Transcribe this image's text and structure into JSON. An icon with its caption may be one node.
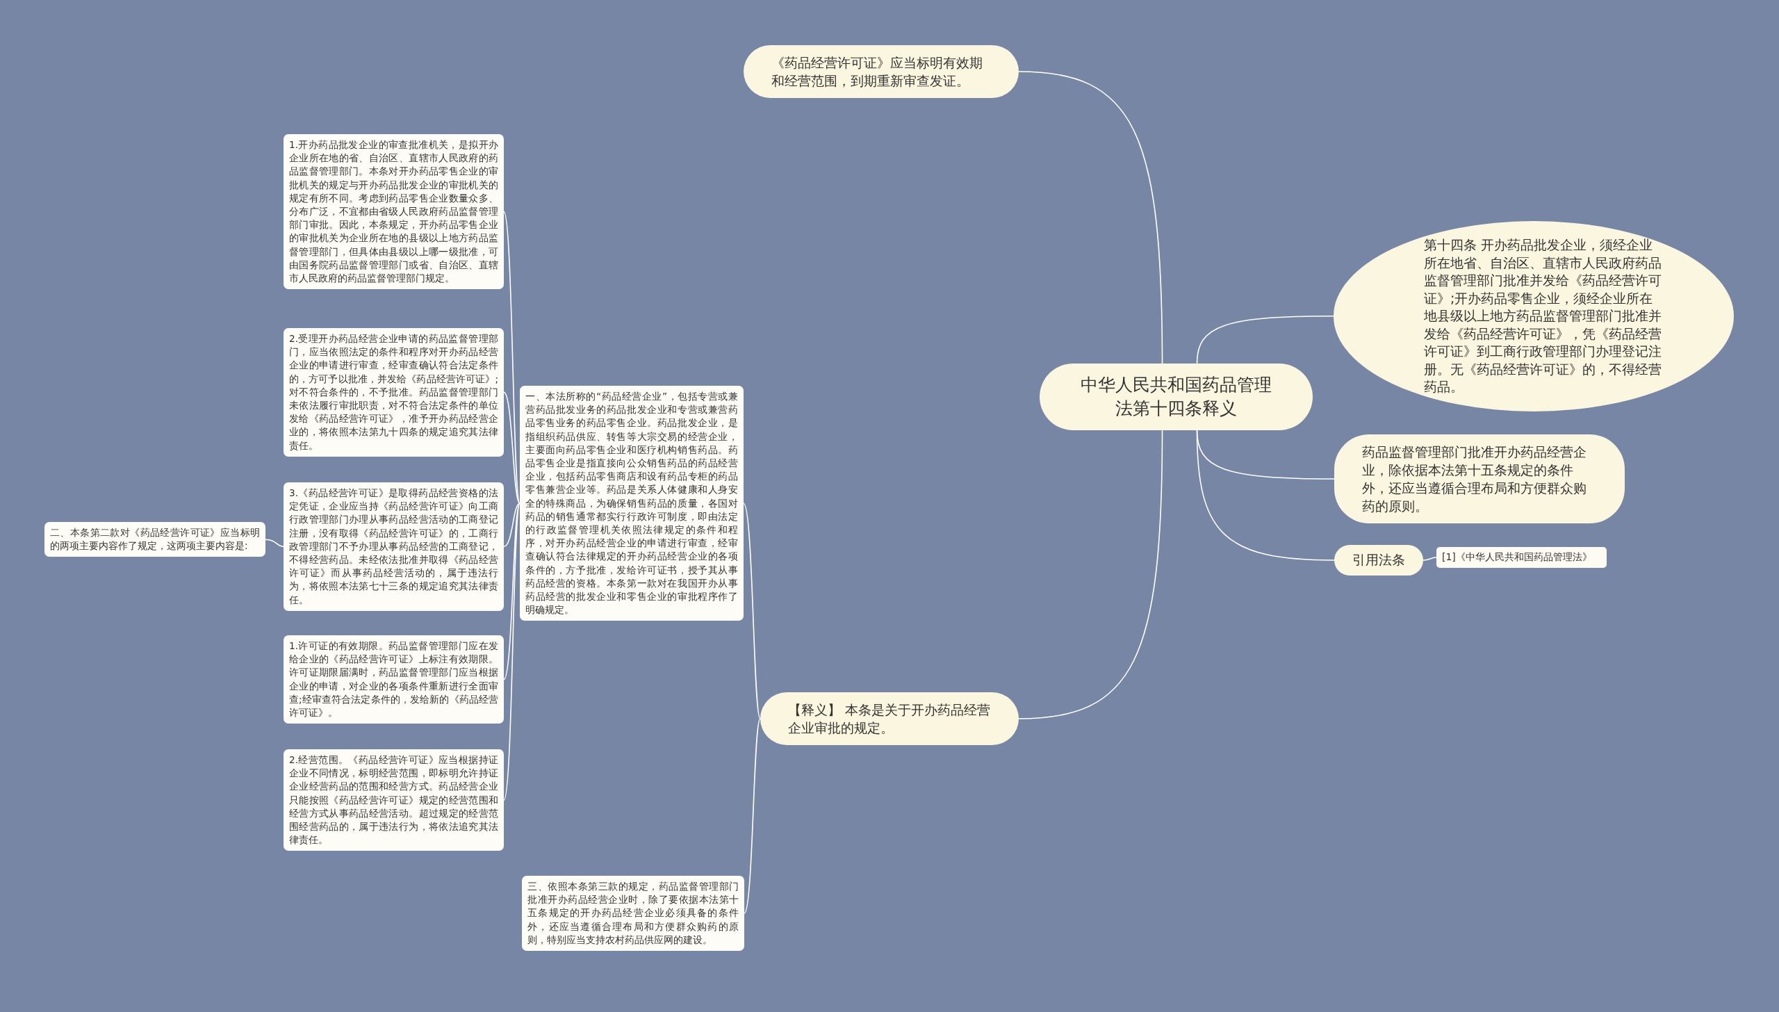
{
  "diagram": {
    "nodes": [
      {
        "text": [
          "中华人民共和国药品管理法第十四条释义"
        ]
      },
      {
        "text": [
          "《药品经营许可证》应当标明有效期和经营范围，到期重新审查发证。"
        ]
      },
      {
        "text": [
          "第十四条 开办药品批发企业，须经企业所在地省、自治区、直辖市人民政府药品监督管理部门批准并发给《药品经营许可证》;开办药品零售企业，须经企业所在地县级以上地方药品监督管理部门批准并发给《药品经营许可证》，凭《药品经营许可证》到工商行政管理部门办理登记注册。无《药品经营许可证》的，不得经营药品。"
        ]
      },
      {
        "text": [
          "药品监督管理部门批准开办药品经营企业，除依据本法第十五条规定的条件外，还应当遵循合理布局和方便群众购药的原则。"
        ]
      },
      {
        "text": [
          "引用法条"
        ]
      },
      {
        "text": [
          "[1]《中华人民共和国药品管理法》"
        ]
      },
      {
        "text": [
          "【释义】 本条是关于开办药品经营企业审批的规定。"
        ]
      },
      {
        "text": [
          "一、本法所称的“药品经营企业”，包括专营或兼营药品批发业务的药品批发企业和专营或兼营药品零售业务的药品零售企业。药品批发企业，是指组织药品供应、转售等大宗交易的经营企业，主要面向药品零售企业和医疗机构销售药品。药品零售企业是指直接向公众销售药品的药品经营企业，包括药品零售商店和设有药品专柜的药品零售兼营企业等。药品是关系人体健康和人身安全的特殊商品，为确保销售药品的质量，各国对药品的销售通常都实行行政许可制度，即由法定的行政监督管理机关依照法律规定的条件和程序，对开办药品经营企业的申请进行审查，经审查确认符合法律规定的开办药品经营企业的各项条件的，方予批准，发给许可证书，授予其从事药品经营的资格。本条第一款对在我国开办从事药品经营的批发企业和零售企业的审批程序作了明确规定。"
        ]
      },
      {
        "text": [
          "1.开办药品批发企业的审查批准机关，是拟开办企业所在地的省、自治区、直辖市人民政府的药品监督管理部门。本条对开办药品零售企业的审批机关的规定与开办药品批发企业的审批机关的规定有所不同。考虑到药品零售企业数量众多、分布广泛，不宜都由省级人民政府药品监督管理部门审批。因此，本条规定，开办药品零售企业的审批机关为企业所在地的县级以上地方药品监督管理部门，但具体由县级以上哪一级批准，可由国务院药品监督管理部门或省、自治区、直辖市人民政府的药品监督管理部门规定。"
        ]
      },
      {
        "text": [
          "2.受理开办药品经营企业申请的药品监督管理部门，应当依照法定的条件和程序对开办药品经营企业的申请进行审查，经审查确认符合法定条件的，方可予以批准，并发给《药品经营许可证》;对不符合条件的，不予批准。药品监督管理部门未依法履行审批职责，对不符合法定条件的单位发给《药品经营许可证》，准予开办药品经营企业的，将依照本法第九十四条的规定追究其法律责任。"
        ]
      },
      {
        "text": [
          "3.《药品经营许可证》是取得药品经营资格的法定凭证，企业应当持《药品经营许可证》向工商行政管理部门办理从事药品经营活动的工商登记注册，没有取得《药品经营许可证》的，工商行政管理部门不予办理从事药品经营的工商登记，不得经营药品。未经依法批准并取得《药品经营许可证》而从事药品经营活动的，属于违法行为，将依照本法第七十三条的规定追究其法律责任。"
        ]
      },
      {
        "text": [
          "二、本条第二款对《药品经营许可证》应当标明的两项主要内容作了规定，这两项主要内容是:"
        ]
      },
      {
        "text": [
          "1.许可证的有效期限。药品监督管理部门应在发给企业的《药品经营许可证》上标注有效期限。许可证期限届满时，药品监督管理部门应当根据企业的申请，对企业的各项条件重新进行全面审查;经审查符合法定条件的，发给新的《药品经营许可证》。"
        ]
      },
      {
        "text": [
          "2.经营范围。《药品经营许可证》应当根据持证企业不同情况，标明经营范围，即标明允许持证企业经营药品的范围和经营方式。药品经营企业只能按照《药品经营许可证》规定的经营范围和经营方式从事药品经营活动。超过规定的经营范围经营药品的，属于违法行为，将依法追究其法律责任。"
        ]
      },
      {
        "text": [
          "三、依照本条第三款的规定，药品监督管理部门批准开办药品经营企业时，除了要依据本法第十五条规定的开办药品经营企业必须具备的条件外，还应当遵循合理布局和方便群众购药的原则，特别应当支持农村药品供应网的建设。"
        ]
      }
    ],
    "edges": [
      {
        "from": 0,
        "to": 1,
        "arrow": "none"
      },
      {
        "from": 0,
        "to": 2,
        "arrow": "none"
      },
      {
        "from": 0,
        "to": 3,
        "arrow": "none"
      },
      {
        "from": 0,
        "to": 4,
        "arrow": "none"
      },
      {
        "from": 4,
        "to": 5,
        "arrow": "none"
      },
      {
        "from": 0,
        "to": 6,
        "arrow": "none"
      },
      {
        "from": 6,
        "to": 7,
        "arrow": "none"
      },
      {
        "from": 7,
        "to": 8,
        "arrow": "none"
      },
      {
        "from": 7,
        "to": 9,
        "arrow": "none"
      },
      {
        "from": 7,
        "to": 10,
        "arrow": "none"
      },
      {
        "from": 10,
        "to": 11,
        "arrow": "none"
      },
      {
        "from": 7,
        "to": 12,
        "arrow": "none"
      },
      {
        "from": 7,
        "to": 13,
        "arrow": "none"
      },
      {
        "from": 6,
        "to": 14,
        "arrow": "none"
      }
    ]
  }
}
